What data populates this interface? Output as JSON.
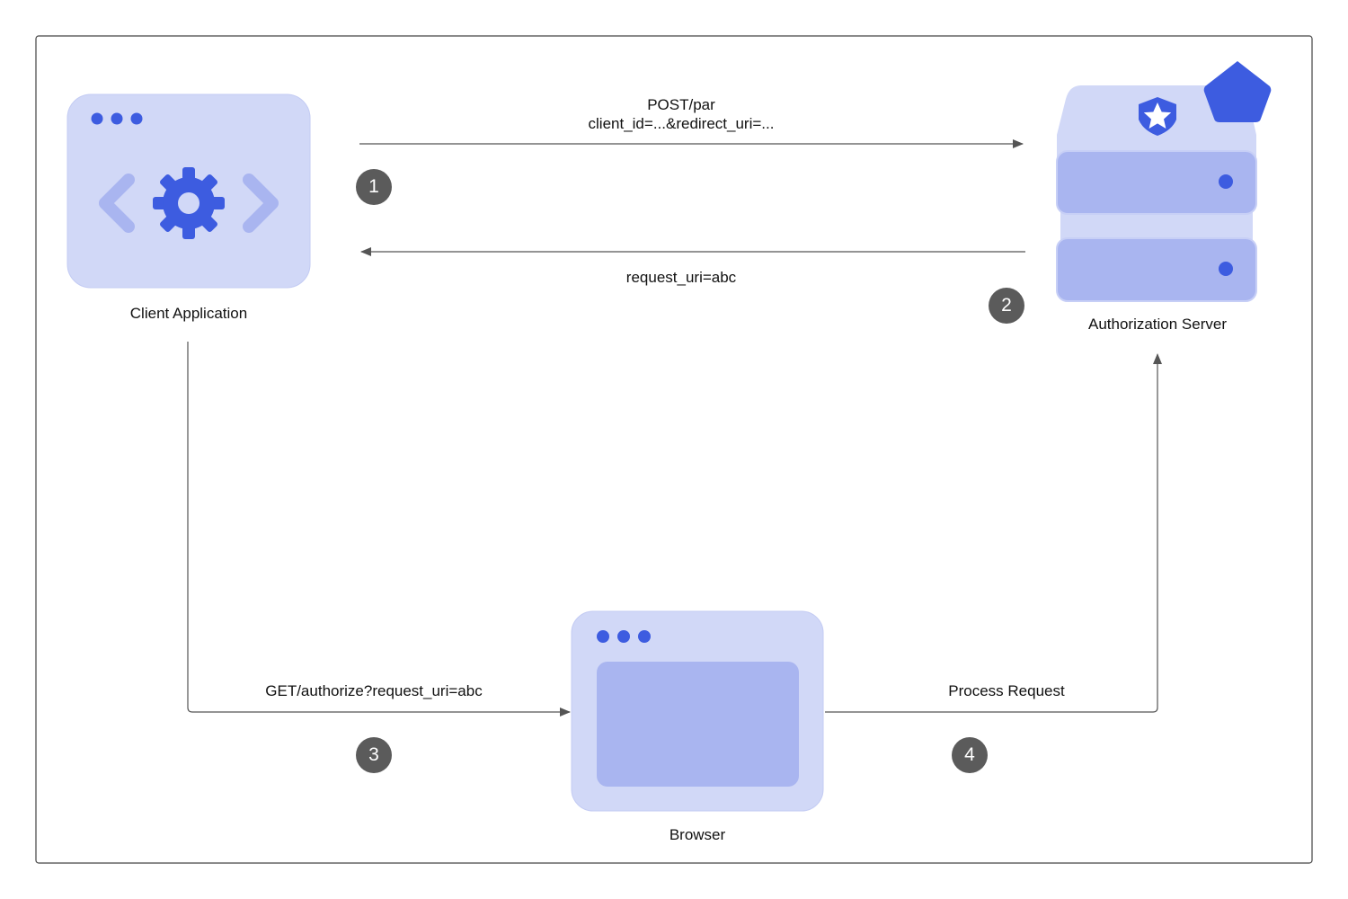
{
  "nodes": {
    "client": {
      "label": "Client Application"
    },
    "auth_server": {
      "label": "Authorization Server"
    },
    "browser": {
      "label": "Browser"
    }
  },
  "edges": {
    "par_request": {
      "line1": "POST/par",
      "line2": "client_id=...&redirect_uri=...",
      "step": "1"
    },
    "par_response": {
      "label": "request_uri=abc",
      "step": "2"
    },
    "authorize": {
      "label": "GET/authorize?request_uri=abc",
      "step": "3"
    },
    "process": {
      "label": "Process Request",
      "step": "4"
    }
  },
  "colors": {
    "panel": "#d1d8f7",
    "panel_inner": "#a9b5f0",
    "accent": "#3d5ce0",
    "chevron": "#a9b5f0",
    "badge": "#5b5b5b",
    "line": "#555555",
    "frame": "#444444"
  },
  "icons": {
    "client": "gear-icon",
    "auth": "shield-star-icon",
    "auth_corner": "pentagon-icon"
  }
}
